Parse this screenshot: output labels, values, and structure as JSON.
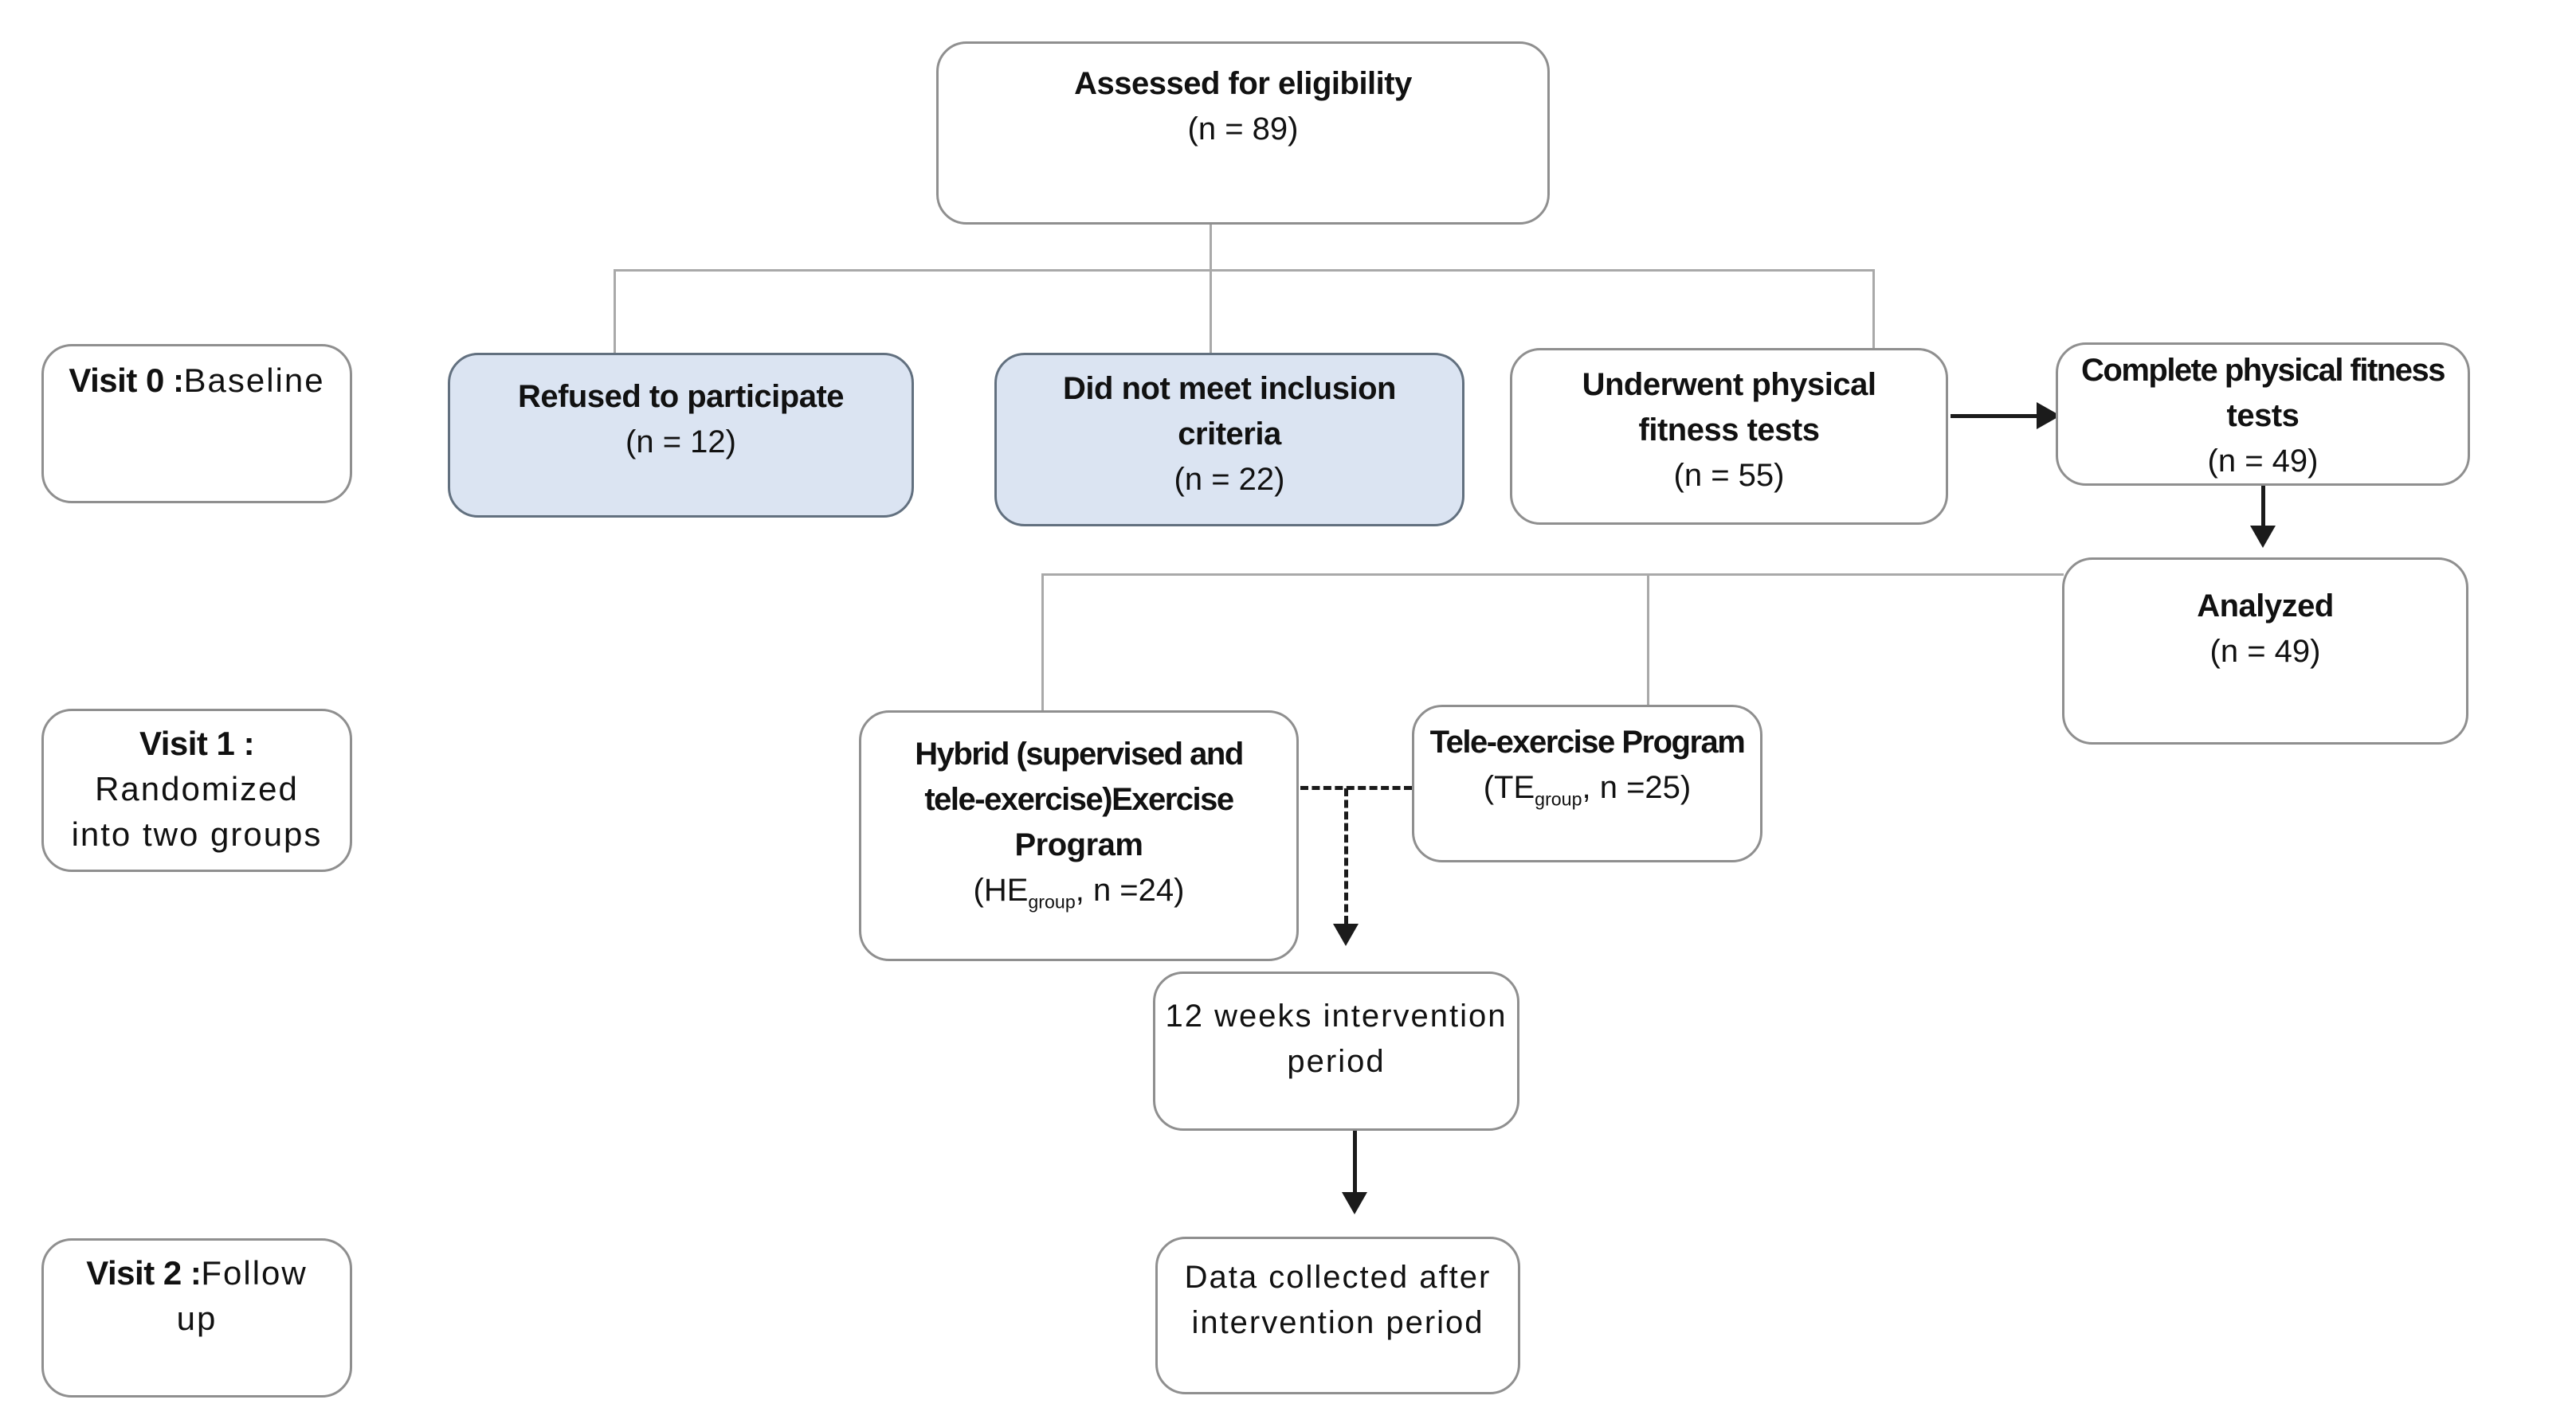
{
  "diagram_type": "participant-flow-diagram",
  "colors": {
    "highlight_fill": "#dbe4f2",
    "highlight_border": "#62707f",
    "box_border": "#8f8f8f",
    "connector": "#a9a9a9",
    "arrow": "#1b1b1b",
    "text": "#111111",
    "background": "#ffffff"
  },
  "stage_labels": {
    "visit0": {
      "bold": "Visit 0 :",
      "rest": "Baseline"
    },
    "visit1": {
      "bold": "Visit 1 :",
      "line2": "Randomized",
      "line3": "into two groups"
    },
    "visit2": {
      "bold": "Visit 2 :",
      "rest": "Follow",
      "line2": "up"
    }
  },
  "boxes": {
    "assessed": {
      "title": "Assessed for eligibility",
      "n": "(n = 89)"
    },
    "refused": {
      "title": "Refused to participate",
      "n": "(n = 12)"
    },
    "not_meet": {
      "title_line1": "Did not meet inclusion",
      "title_line2": "criteria",
      "n": "(n = 22)"
    },
    "underwent": {
      "title_line1": "Underwent physical",
      "title_line2": "fitness tests",
      "n": "(n = 55)"
    },
    "complete": {
      "title_line1": "Complete physical fitness",
      "title_line2": "tests",
      "n": "(n = 49)"
    },
    "analyzed": {
      "title": "Analyzed",
      "n": "(n = 49)"
    },
    "hybrid": {
      "title_line1": "Hybrid (supervised and",
      "title_line2": "tele-exercise)Exercise",
      "title_line3": "Program",
      "n_prefix": "(HE",
      "n_sub": "group",
      "n_suffix": ", n =24)"
    },
    "tele": {
      "title": "Tele-exercise Program",
      "n_prefix": "(TE",
      "n_sub": "group",
      "n_suffix": ", n =25)"
    },
    "weeks12": {
      "line1": "12 weeks intervention",
      "line2": "period"
    },
    "data_collected": {
      "line1": "Data collected after",
      "line2": "intervention period"
    }
  }
}
